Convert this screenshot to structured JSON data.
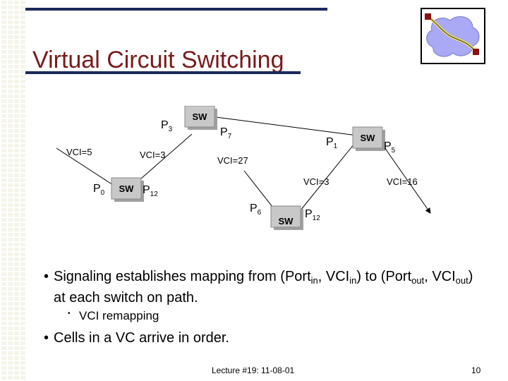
{
  "slide": {
    "title": "Virtual Circuit Switching",
    "footer": "Lecture #19: 11-08-01",
    "page_number": "10"
  },
  "colors": {
    "title": "#7a1a1a",
    "rule": "#1b2a5c",
    "switch_face": "#c8c8c8",
    "logo_cloud": "#a9a9f5",
    "logo_path": "#f2e25a",
    "logo_node": "#8b1010"
  },
  "diagram": {
    "switches": [
      "SW",
      "SW",
      "SW",
      "SW"
    ],
    "ports": {
      "p3": {
        "base": "P",
        "sub": "3"
      },
      "p7": {
        "base": "P",
        "sub": "7"
      },
      "p1": {
        "base": "P",
        "sub": "1"
      },
      "p5": {
        "base": "P",
        "sub": "5"
      },
      "p0": {
        "base": "P",
        "sub": "0"
      },
      "p12a": {
        "base": "P",
        "sub": "12"
      },
      "p6": {
        "base": "P",
        "sub": "6"
      },
      "p12b": {
        "base": "P",
        "sub": "12"
      }
    },
    "vci_labels": [
      "VCI=5",
      "VCI=3",
      "VCI=27",
      "VCI=3",
      "VCI=16"
    ]
  },
  "bullets": {
    "b1_part1": "Signaling establishes mapping from (Port",
    "b1_sub_in1": "in",
    "b1_part2": ", VCI",
    "b1_sub_in2": "in",
    "b1_part3": ") to (Port",
    "b1_sub_out1": "out",
    "b1_part4": ", VCI",
    "b1_sub_out2": "out",
    "b1_part5": ") at each switch on path.",
    "sub_bullet": "VCI remapping",
    "b2": "Cells in a VC arrive in order."
  },
  "logo": {
    "icon": "network-cloud-icon"
  }
}
